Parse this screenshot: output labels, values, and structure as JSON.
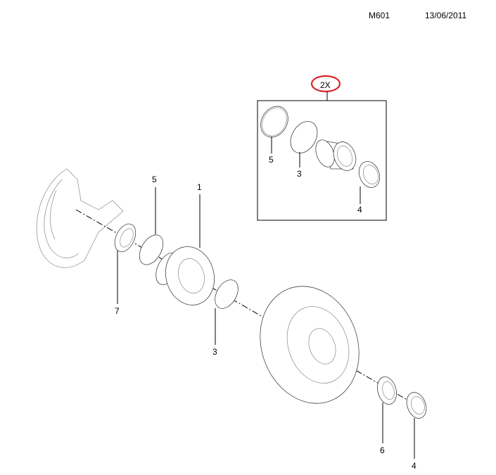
{
  "header": {
    "code": "M601",
    "date": "13/06/2011"
  },
  "inset": {
    "quantity": "2X",
    "highlight_color": "#d9262b",
    "callouts": [
      {
        "label": "5"
      },
      {
        "label": "3"
      },
      {
        "label": "4"
      }
    ]
  },
  "callouts": [
    {
      "label": "5"
    },
    {
      "label": "1"
    },
    {
      "label": "7"
    },
    {
      "label": "3"
    },
    {
      "label": "6"
    },
    {
      "label": "4"
    }
  ]
}
